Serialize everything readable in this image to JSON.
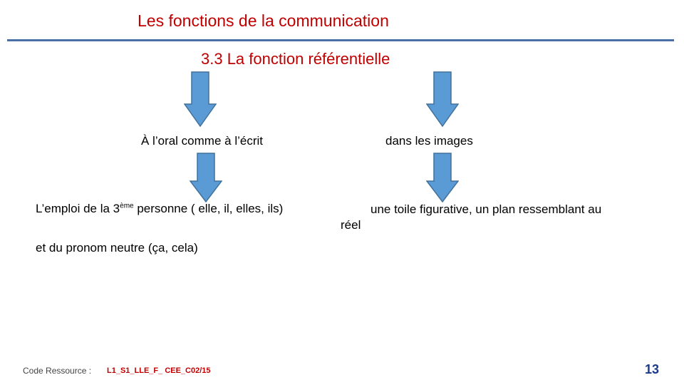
{
  "slide": {
    "title": "Les fonctions de la communication",
    "subtitle": "3.3 La fonction référentielle",
    "bullet_glyph": "",
    "left_heading": "À l’oral comme à l’écrit",
    "right_heading": "dans les images",
    "left_item1_pre": "L’emploi de la 3",
    "left_item1_sup": "ème",
    "left_item1_post": " personne ( elle, il, elles, ils)",
    "right_item1_line1": "une toile figurative, un plan ressemblant au",
    "right_item1_line2": "réel",
    "left_item2": "et du pronom neutre (ça, cela)"
  },
  "footer": {
    "label": "Code Ressource :",
    "code": "L1_S1_LLE_F_ CEE_C02/15",
    "page_number": "13"
  },
  "colors": {
    "title": "#c00000",
    "rule": "#4a6fa5",
    "arrow_fill": "#5b9bd5",
    "arrow_stroke": "#41719c",
    "bullet": "#1a3b8a"
  },
  "icons": {
    "bullet": "bullet-icon",
    "arrow": "arrow-down-icon"
  }
}
